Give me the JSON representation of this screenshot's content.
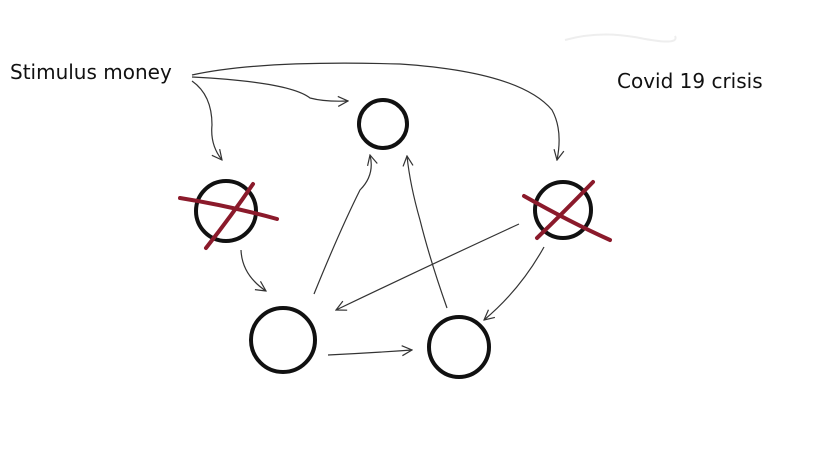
{
  "labels": {
    "stimulus": "Stimulus money",
    "covid": "Covid 19 crisis"
  },
  "colors": {
    "background": "#ffffff",
    "node_stroke": "#111111",
    "arrow_stroke": "#333333",
    "cross_mark": "#8b1a2b"
  },
  "nodes": [
    {
      "id": "top",
      "crossed": false
    },
    {
      "id": "left-crossed",
      "crossed": true
    },
    {
      "id": "right-crossed",
      "crossed": true
    },
    {
      "id": "bottom-left",
      "crossed": false
    },
    {
      "id": "bottom-right",
      "crossed": false
    }
  ]
}
